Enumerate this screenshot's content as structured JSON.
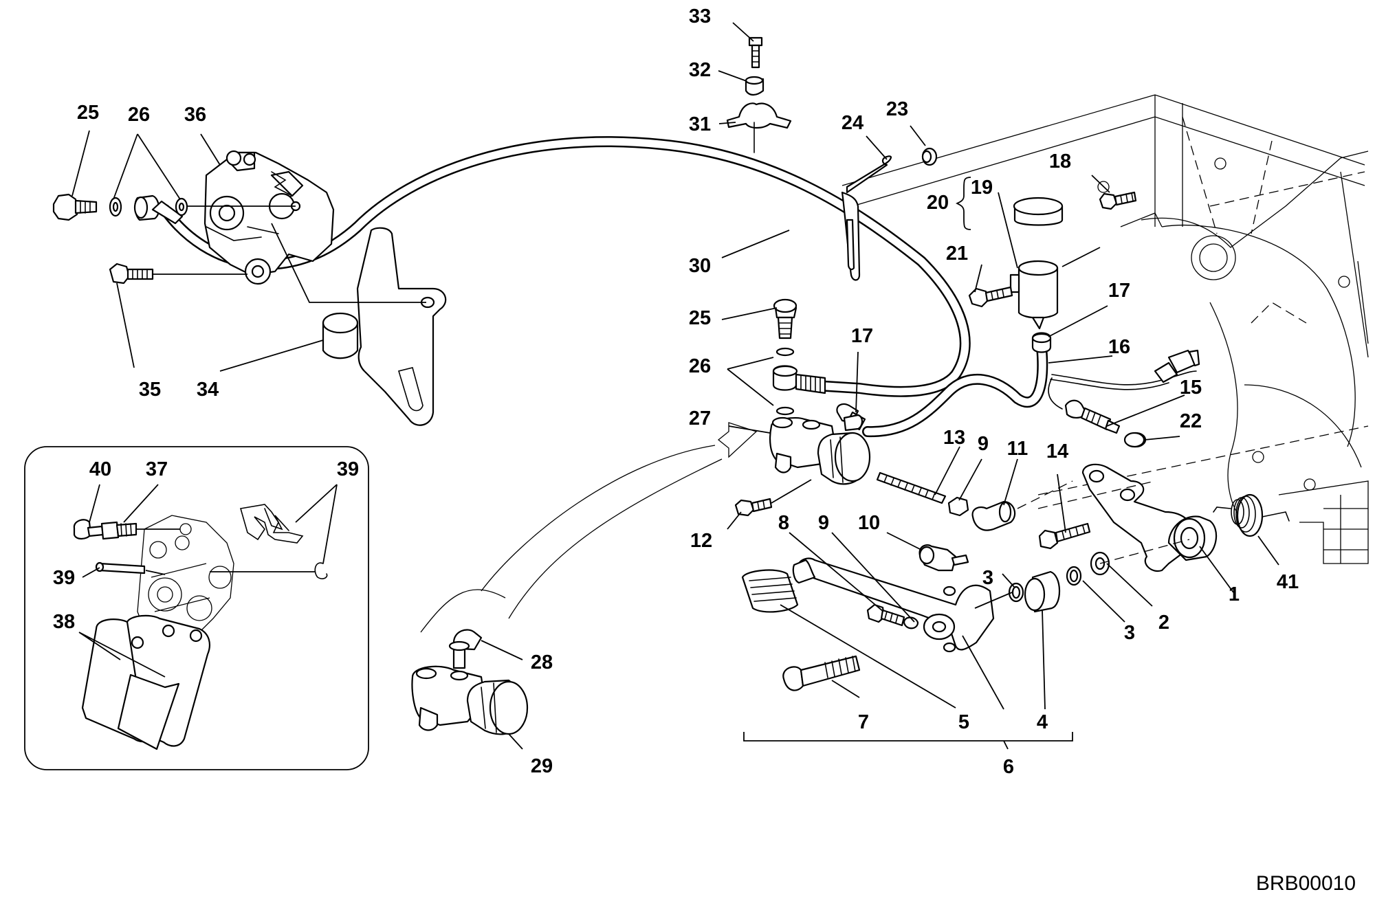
{
  "diagram_code": "BRB00010",
  "callouts": [
    {
      "id": "c1",
      "text": "1"
    },
    {
      "id": "c2",
      "text": "2"
    },
    {
      "id": "c3a",
      "text": "3"
    },
    {
      "id": "c3b",
      "text": "3"
    },
    {
      "id": "c4",
      "text": "4"
    },
    {
      "id": "c5",
      "text": "5"
    },
    {
      "id": "c6",
      "text": "6"
    },
    {
      "id": "c7",
      "text": "7"
    },
    {
      "id": "c8",
      "text": "8"
    },
    {
      "id": "c9a",
      "text": "9"
    },
    {
      "id": "c9b",
      "text": "9"
    },
    {
      "id": "c10",
      "text": "10"
    },
    {
      "id": "c11",
      "text": "11"
    },
    {
      "id": "c12",
      "text": "12"
    },
    {
      "id": "c13",
      "text": "13"
    },
    {
      "id": "c14",
      "text": "14"
    },
    {
      "id": "c15",
      "text": "15"
    },
    {
      "id": "c16",
      "text": "16"
    },
    {
      "id": "c17a",
      "text": "17"
    },
    {
      "id": "c17b",
      "text": "17"
    },
    {
      "id": "c18",
      "text": "18"
    },
    {
      "id": "c19",
      "text": "19"
    },
    {
      "id": "c20",
      "text": "20"
    },
    {
      "id": "c21",
      "text": "21"
    },
    {
      "id": "c22",
      "text": "22"
    },
    {
      "id": "c23",
      "text": "23"
    },
    {
      "id": "c24",
      "text": "24"
    },
    {
      "id": "c25a",
      "text": "25"
    },
    {
      "id": "c25b",
      "text": "25"
    },
    {
      "id": "c26a",
      "text": "26"
    },
    {
      "id": "c26b",
      "text": "26"
    },
    {
      "id": "c27",
      "text": "27"
    },
    {
      "id": "c28",
      "text": "28"
    },
    {
      "id": "c29",
      "text": "29"
    },
    {
      "id": "c30",
      "text": "30"
    },
    {
      "id": "c31",
      "text": "31"
    },
    {
      "id": "c32",
      "text": "32"
    },
    {
      "id": "c33",
      "text": "33"
    },
    {
      "id": "c34",
      "text": "34"
    },
    {
      "id": "c35",
      "text": "35"
    },
    {
      "id": "c36",
      "text": "36"
    },
    {
      "id": "c37",
      "text": "37"
    },
    {
      "id": "c38",
      "text": "38"
    },
    {
      "id": "c39a",
      "text": "39"
    },
    {
      "id": "c39b",
      "text": "39"
    },
    {
      "id": "c40",
      "text": "40"
    },
    {
      "id": "c41",
      "text": "41"
    }
  ]
}
